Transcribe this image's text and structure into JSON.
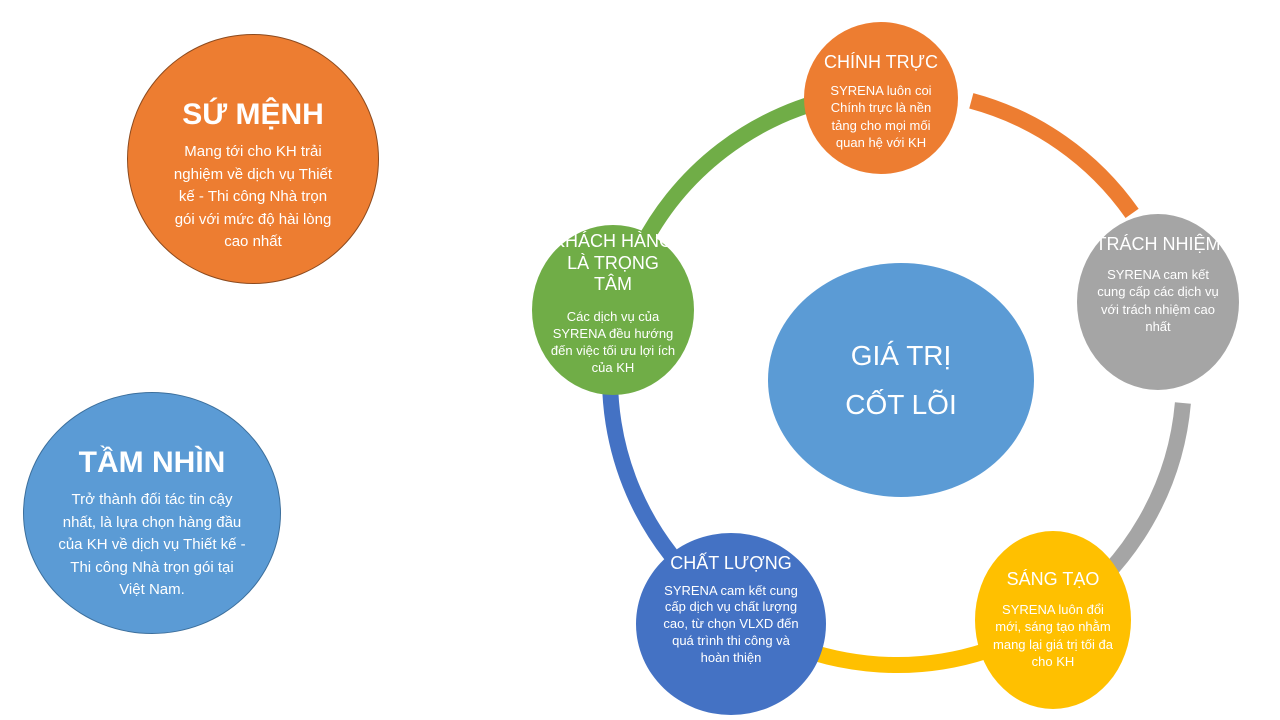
{
  "mission": {
    "title": "SỨ MỆNH",
    "text": "Mang tới cho KH trải nghiệm về dịch vụ Thiết kế - Thi công Nhà trọn gói với mức độ hài lòng cao nhất",
    "color": "#ED7D31"
  },
  "vision": {
    "title": "TẦM NHÌN",
    "text": "Trở thành đối tác tin cậy nhất, là lựa chọn hàng đầu của KH về dịch vụ Thiết kế - Thi công Nhà trọn gói tại Việt Nam.",
    "color": "#5B9BD5"
  },
  "core": {
    "line1": "GIÁ TRỊ",
    "line2": "CỐT LÕI",
    "color": "#5B9BD5"
  },
  "values": {
    "integrity": {
      "title": "CHÍNH TRỰC",
      "text": "SYRENA luôn coi Chính trực là nền tảng cho mọi mối quan hệ  với KH",
      "color": "#ED7D31"
    },
    "responsibility": {
      "title": "TRÁCH NHIỆM",
      "text": "SYRENA cam kết cung cấp các dịch vụ với trách nhiệm cao nhất",
      "color": "#A5A5A5"
    },
    "creativity": {
      "title": "SÁNG TẠO",
      "text": "SYRENA luôn đổi mới, sáng tạo nhằm mang lại giá trị tối đa cho KH",
      "color": "#FFC000"
    },
    "quality": {
      "title": "CHẤT LƯỢNG",
      "text": "SYRENA  cam kết cung cấp dịch vụ chất lượng cao, từ chọn VLXD đến quá trình thi công và hoàn thiện",
      "color": "#4472C4"
    },
    "customer": {
      "title": "KHÁCH HÀNG LÀ TRỌNG TÂM",
      "text": "Các dịch vụ của SYRENA đều hướng đến việc tối ưu lợi ích của KH",
      "color": "#70AD47"
    }
  }
}
